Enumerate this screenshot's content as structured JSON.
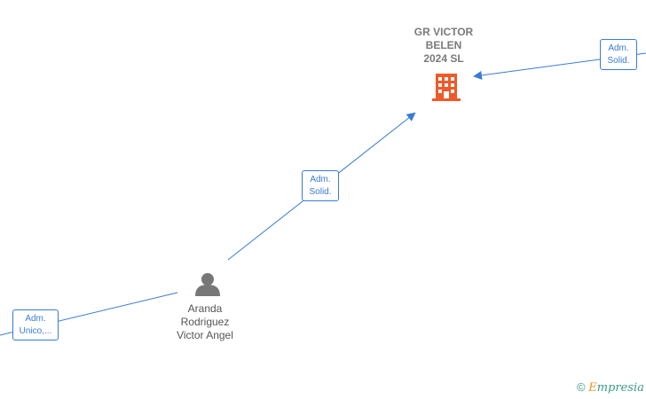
{
  "company": {
    "name_lines": [
      "GR VICTOR",
      "BELEN",
      "2024  SL"
    ],
    "icon": "building-icon",
    "icon_color": "#f05a28"
  },
  "person": {
    "name_lines": [
      "Aranda",
      "Rodriguez",
      "Victor Angel"
    ],
    "icon": "person-icon",
    "icon_color": "#777777"
  },
  "edges": [
    {
      "label_lines": [
        "Adm.",
        "Solid."
      ]
    },
    {
      "label_lines": [
        "Adm.",
        "Solid."
      ]
    },
    {
      "label_lines": [
        "Adm.",
        "Unico,..."
      ]
    }
  ],
  "colors": {
    "edge": "#3a7bd5"
  },
  "brand": {
    "copyright": "©",
    "initial": "E",
    "rest": "mpresia"
  }
}
